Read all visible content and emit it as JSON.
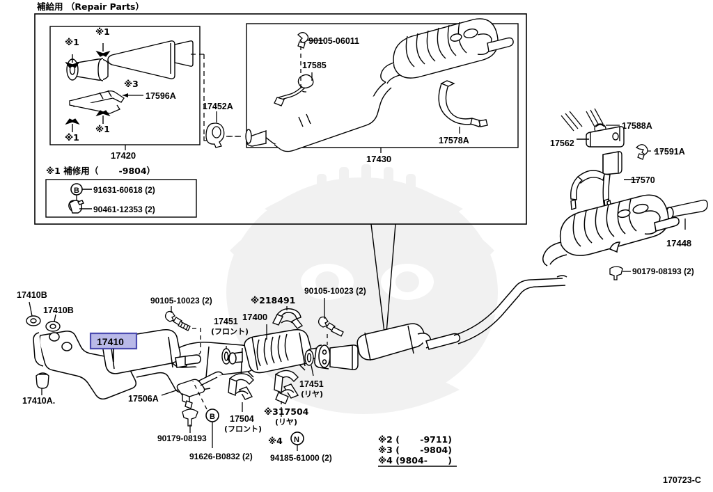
{
  "diagram": {
    "ref_code": "170723-C",
    "repair_parts_header": "補給用 （Repair Parts）",
    "watermark": "toyota-crest-watermark"
  },
  "repair_parts": {
    "left_panel": {
      "assembly_label": "17420",
      "part_17596A": "17596A",
      "mark3": "※3",
      "marks1": [
        "※1",
        "※1",
        "※1",
        "※1"
      ]
    },
    "connector": {
      "label": "17452A"
    },
    "right_panel": {
      "assembly_label": "17430",
      "bolt": "90105-06011",
      "sensor": "17585",
      "clamp": "17578A"
    },
    "note_box": {
      "title": "※1 補修用（　　 -9804）",
      "rows": [
        {
          "badge": "B",
          "part": "91631-60618 (2)"
        },
        {
          "badge": "nut",
          "part": "90461-12353 (2)"
        }
      ]
    }
  },
  "right_components": {
    "hanger_17562": "17562",
    "cushion_17588A": "17588A",
    "clip_17591A": "17591A",
    "bracket_17570": "17570",
    "tailpipe_17448": "17448",
    "grommet_90179": "90179-08193 (2)"
  },
  "main_diagram": {
    "front_pipe_highlight": "17410",
    "gasket_17410B_upper": "17410B",
    "gasket_17410B_lower": "17410B",
    "nut_17410A": "17410A.",
    "bolt_90105_left": "90105-10023 (2)",
    "bolt_90105_right": "90105-10023 (2)",
    "ring_17451_front": "17451",
    "ring_17451_front_sub": "(フロント)",
    "ring_17451_rear": "17451",
    "ring_17451_rear_sub": "(リヤ)",
    "converter_17400": "17400",
    "bracket_218491": "※218491",
    "hanger_17506A": "17506A",
    "bracket_17504_front": "17504",
    "bracket_17504_front_sub": "(フロント)",
    "bracket_17504_rear": "※317504",
    "bracket_17504_rear_sub": "(リヤ)",
    "grommet_90179": "90179-08193",
    "bolt_91626": "91626-B0832 (2)",
    "badge_B": "B",
    "nut_94185": "94185-61000 (2)",
    "badge_N": "N",
    "mark4": "※4"
  },
  "legend": {
    "lines": [
      "※2 (　　 -9711)",
      "※3 (　　 -9804)",
      "※4 (9804-　　 )"
    ]
  },
  "colors": {
    "ink": "#000000",
    "highlight_fill": "#b9b9e8",
    "highlight_border": "#4b4bb0",
    "watermark": "#f2f2f2"
  }
}
